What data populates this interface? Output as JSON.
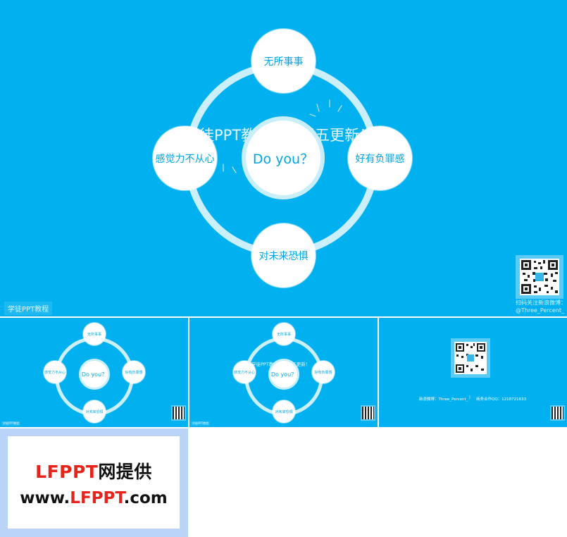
{
  "slide": {
    "center_label": "Do you？",
    "nodes": {
      "top": "无所事事",
      "left": "感觉力不从心",
      "right": "好有负罪感",
      "bottom": "对未来恐惧"
    },
    "background_title": "学徒PPT教程，每周五更新！",
    "watermark_tag": "学徒PPT教程",
    "qr_caption_line1": "扫码关注新浪微博：",
    "qr_caption_line2": "@Three_Percent_"
  },
  "contact": {
    "weibo": "新浪微博：Three_Percent_",
    "separator": "|",
    "qq": "商务合作QQ：1218721633"
  },
  "promo": {
    "line1_red": "LFPPT",
    "line1_black": "网提供",
    "line2_black_a": "www.",
    "line2_red": "LFPPT",
    "line2_black_b": ".com"
  },
  "colors": {
    "slide_bg": "#00b0ef",
    "accent_text": "#00a6e2",
    "ring": "#dcf5fc",
    "promo_red": "#e8231a",
    "promo_black": "#111111",
    "promo_frame": "#b9d4f6"
  },
  "icons": [
    "qr-code-icon",
    "sparkle-lines-icon"
  ]
}
